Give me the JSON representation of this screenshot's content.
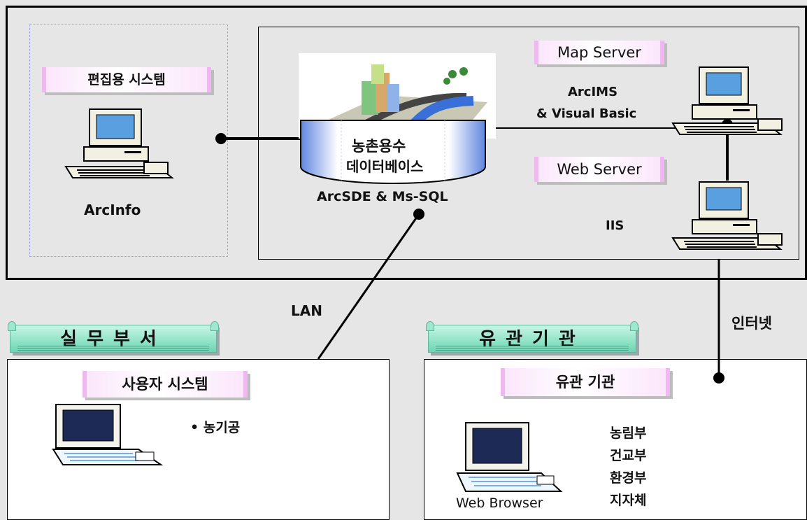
{
  "edit_system": {
    "title": "편집용 시스템",
    "software": "ArcInfo"
  },
  "database": {
    "line1": "농촌용수",
    "line2": "데이터베이스",
    "software": "ArcSDE & Ms-SQL"
  },
  "map_server": {
    "title": "Map Server",
    "line1": "ArcIMS",
    "line2": "& Visual Basic"
  },
  "web_server": {
    "title": "Web Server",
    "software": "IIS"
  },
  "connections": {
    "lan": "LAN",
    "internet": "인터넷"
  },
  "dept": {
    "banner": "실무부서",
    "box_title": "사용자 시스템",
    "item": "• 농기공"
  },
  "agency": {
    "banner": "유관기관",
    "box_title": "유관 기관",
    "browser": "Web Browser",
    "items": [
      "농림부",
      "건교부",
      "환경부",
      "지자체"
    ]
  }
}
